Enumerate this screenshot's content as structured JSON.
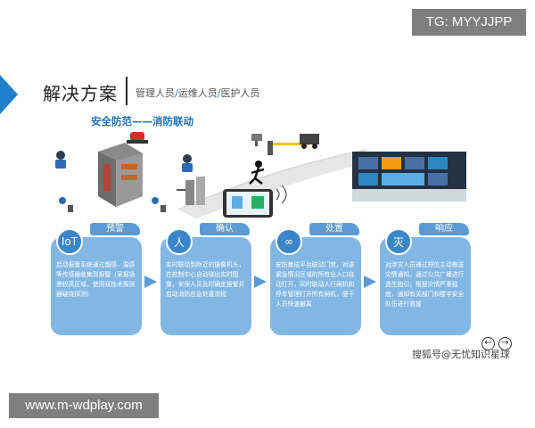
{
  "header": {
    "title": "解决方案",
    "roles": [
      {
        "label": "管理人员"
      },
      {
        "label": "运维人员"
      },
      {
        "label": "医护人员"
      }
    ],
    "role_separator": "/",
    "subtitle": "安全防范——消防联动"
  },
  "overlays": {
    "tg_label": "TG: MYYJJPP",
    "url_label": "www.m-wdplay.com",
    "sohu_watermark": "搜狐号@无忧知识星球"
  },
  "cards": [
    {
      "tag": "预警",
      "icon_text": "IoT",
      "body": "启动报警系统通过烟感、温感等传感器收集到报警（采报场景较高区域，使用双技术探测器疑烧探测）"
    },
    {
      "tag": "确认",
      "icon_text": "人",
      "body": "实时联动到附近的摄像机头，在控制中心自动弹出实时图像，安保人员及时确定报警并启动消防应急处置流程"
    },
    {
      "tag": "处置",
      "icon_text": "∞",
      "body": "安防集成平台联动门禁，对该紧急情况区域的所有出入口自动打开，同时联动人行闸机和停车管理打开所有闸机，便于人员快速撤离"
    },
    {
      "tag": "响应",
      "icon_text": "灭",
      "body": "对涉灾人员通过短信主动推送灾情通知，通过公共广播进行逃生指引；根据灾情严重程度，通知有关部门和楼宇安全队伍进行救援"
    }
  ],
  "nav": {
    "prev_symbol": "←",
    "next_symbol": "→"
  },
  "colors": {
    "accent": "#1f7fc8",
    "card": "#83b7e3",
    "card_head": "#5b9bd5",
    "badge": "#7f7f7f"
  }
}
